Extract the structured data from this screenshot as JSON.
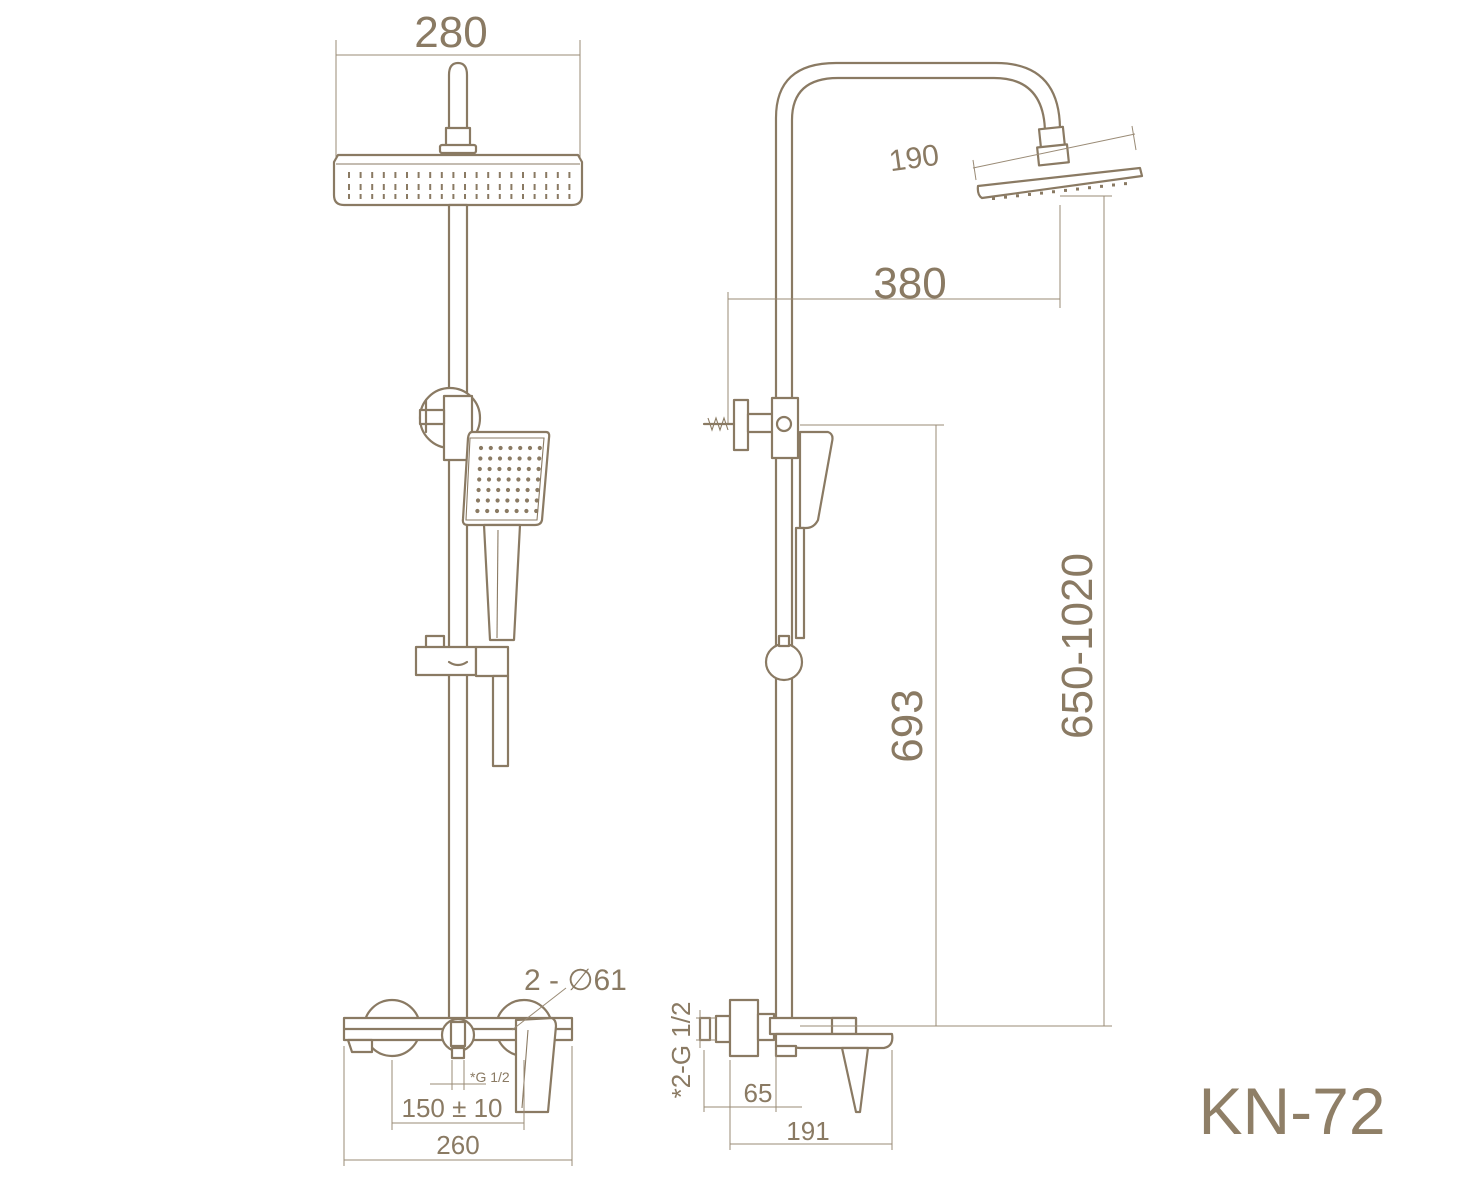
{
  "model": "KN-72",
  "dimensions": {
    "head_width": "280",
    "head_diameter": "190",
    "arm_reach": "380",
    "bracket_height": "693",
    "height_range": "650-1020",
    "flange_diameter": "2 - ∅61",
    "inlet_thread_front": "*G 1/2",
    "inlet_center_distance": "150 ± 10",
    "mixer_width": "260",
    "inlet_thread_side": "*2-G 1/2",
    "wall_offset": "65",
    "mixer_depth": "191"
  }
}
